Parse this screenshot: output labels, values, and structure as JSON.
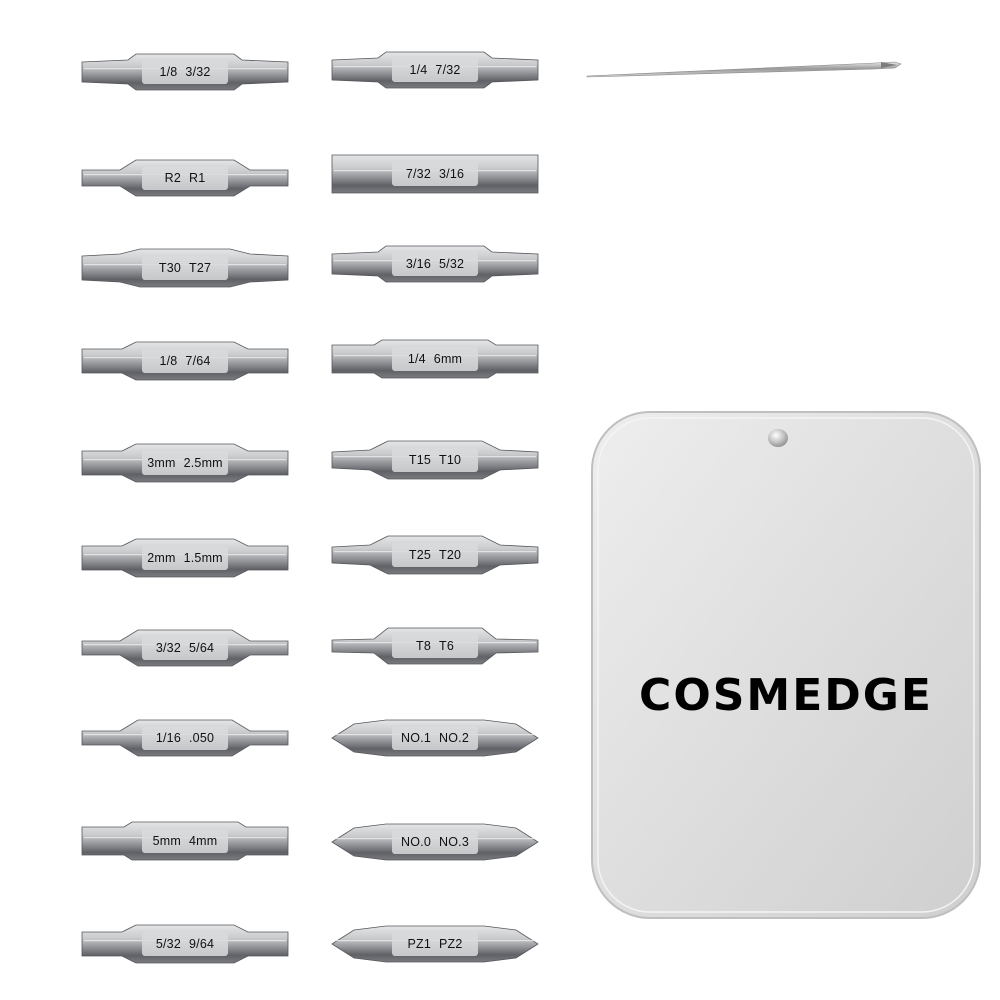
{
  "left_column": [
    {
      "id": "b01",
      "label_a": "1/8",
      "label_b": "3/32",
      "style": "slot"
    },
    {
      "id": "b02",
      "label_a": "R2",
      "label_b": "R1",
      "style": "square"
    },
    {
      "id": "b03",
      "label_a": "T30",
      "label_b": "T27",
      "style": "flat"
    },
    {
      "id": "b04",
      "label_a": "1/8",
      "label_b": "7/64",
      "style": "hex"
    },
    {
      "id": "b05",
      "label_a": "3mm",
      "label_b": "2.5mm",
      "style": "hex"
    },
    {
      "id": "b06",
      "label_a": "2mm",
      "label_b": "1.5mm",
      "style": "hex"
    },
    {
      "id": "b07",
      "label_a": "3/32",
      "label_b": "5/64",
      "style": "hex-thin"
    },
    {
      "id": "b08",
      "label_a": "1/16",
      "label_b": ".050",
      "style": "hex-thin"
    },
    {
      "id": "b09",
      "label_a": "5mm",
      "label_b": "4mm",
      "style": "hex-wide"
    },
    {
      "id": "b10",
      "label_a": "5/32",
      "label_b": "9/64",
      "style": "hex"
    }
  ],
  "right_column": [
    {
      "id": "b11",
      "label_a": "1/4",
      "label_b": "7/32",
      "style": "slot"
    },
    {
      "id": "b12",
      "label_a": "7/32",
      "label_b": "3/16",
      "style": "block"
    },
    {
      "id": "b13",
      "label_a": "3/16",
      "label_b": "5/32",
      "style": "slot"
    },
    {
      "id": "b14",
      "label_a": "1/4",
      "label_b": "6mm",
      "style": "hex-wide"
    },
    {
      "id": "b15",
      "label_a": "T15",
      "label_b": "T10",
      "style": "torx"
    },
    {
      "id": "b16",
      "label_a": "T25",
      "label_b": "T20",
      "style": "torx"
    },
    {
      "id": "b17",
      "label_a": "T8",
      "label_b": "T6",
      "style": "torx-thin"
    },
    {
      "id": "b18",
      "label_a": "NO.1",
      "label_b": "NO.2",
      "style": "phillips"
    },
    {
      "id": "b19",
      "label_a": "NO.0",
      "label_b": "NO.3",
      "style": "phillips"
    },
    {
      "id": "b20",
      "label_a": "PZ1",
      "label_b": "PZ2",
      "style": "phillips"
    }
  ],
  "tin": {
    "brand": "COSMEDGE"
  },
  "colors": {
    "steel_light": "#c9cacc",
    "steel_mid": "#9a9ca0",
    "steel_dark": "#5f6166",
    "tin_face": "#dcdcdc"
  }
}
